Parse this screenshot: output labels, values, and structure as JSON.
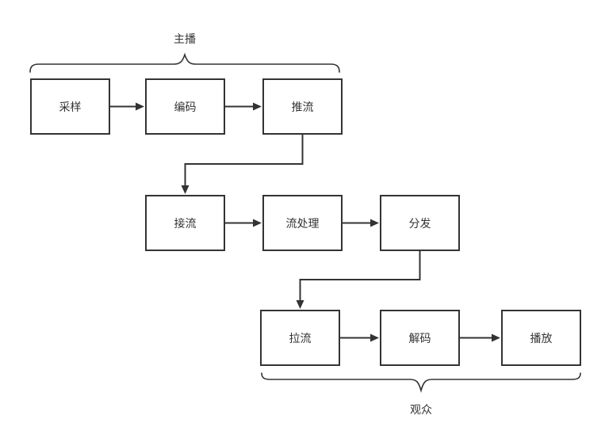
{
  "colors": {
    "line": "#333333",
    "text": "#333333",
    "background": "#ffffff"
  },
  "diagram": {
    "top_group_label": "主播",
    "bottom_group_label": "观众",
    "rows": [
      {
        "nodes": [
          {
            "label": "采样"
          },
          {
            "label": "编码"
          },
          {
            "label": "推流"
          }
        ]
      },
      {
        "nodes": [
          {
            "label": "接流"
          },
          {
            "label": "流处理"
          },
          {
            "label": "分发"
          }
        ]
      },
      {
        "nodes": [
          {
            "label": "拉流"
          },
          {
            "label": "解码"
          },
          {
            "label": "播放"
          }
        ]
      }
    ]
  }
}
